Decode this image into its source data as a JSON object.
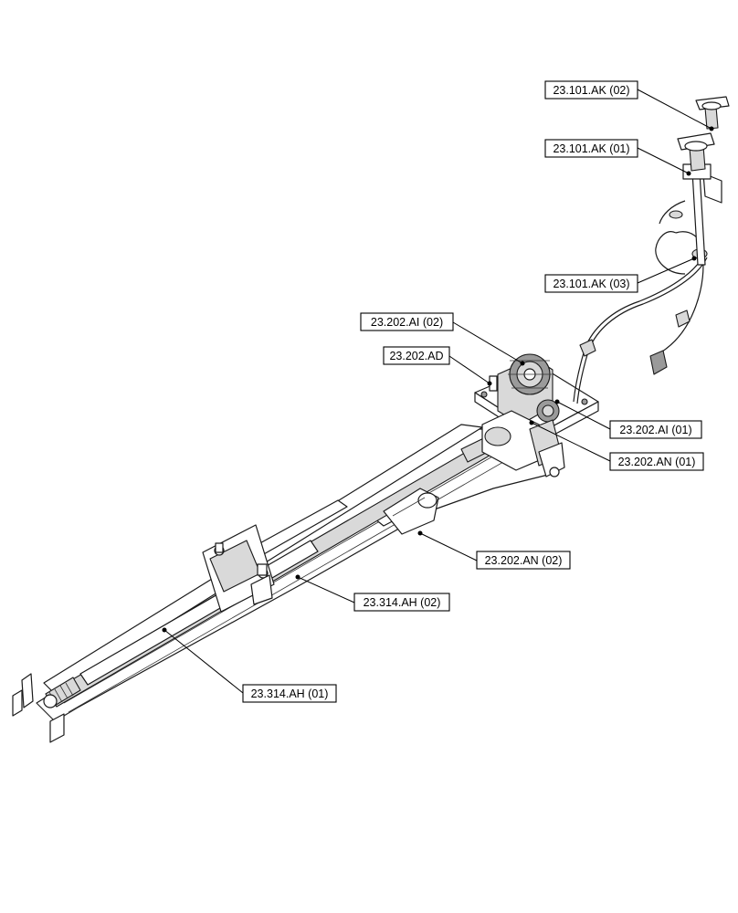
{
  "callouts": [
    {
      "id": "c1",
      "label": "23.101.AK (02)"
    },
    {
      "id": "c2",
      "label": "23.101.AK (01)"
    },
    {
      "id": "c3",
      "label": "23.101.AK (03)"
    },
    {
      "id": "c4",
      "label": "23.202.AI (02)"
    },
    {
      "id": "c5",
      "label": "23.202.AD"
    },
    {
      "id": "c6",
      "label": "23.202.AI (01)"
    },
    {
      "id": "c7",
      "label": "23.202.AN (01)"
    },
    {
      "id": "c8",
      "label": "23.202.AN (02)"
    },
    {
      "id": "c9",
      "label": "23.314.AH (02)"
    },
    {
      "id": "c10",
      "label": "23.314.AH (01)"
    }
  ]
}
